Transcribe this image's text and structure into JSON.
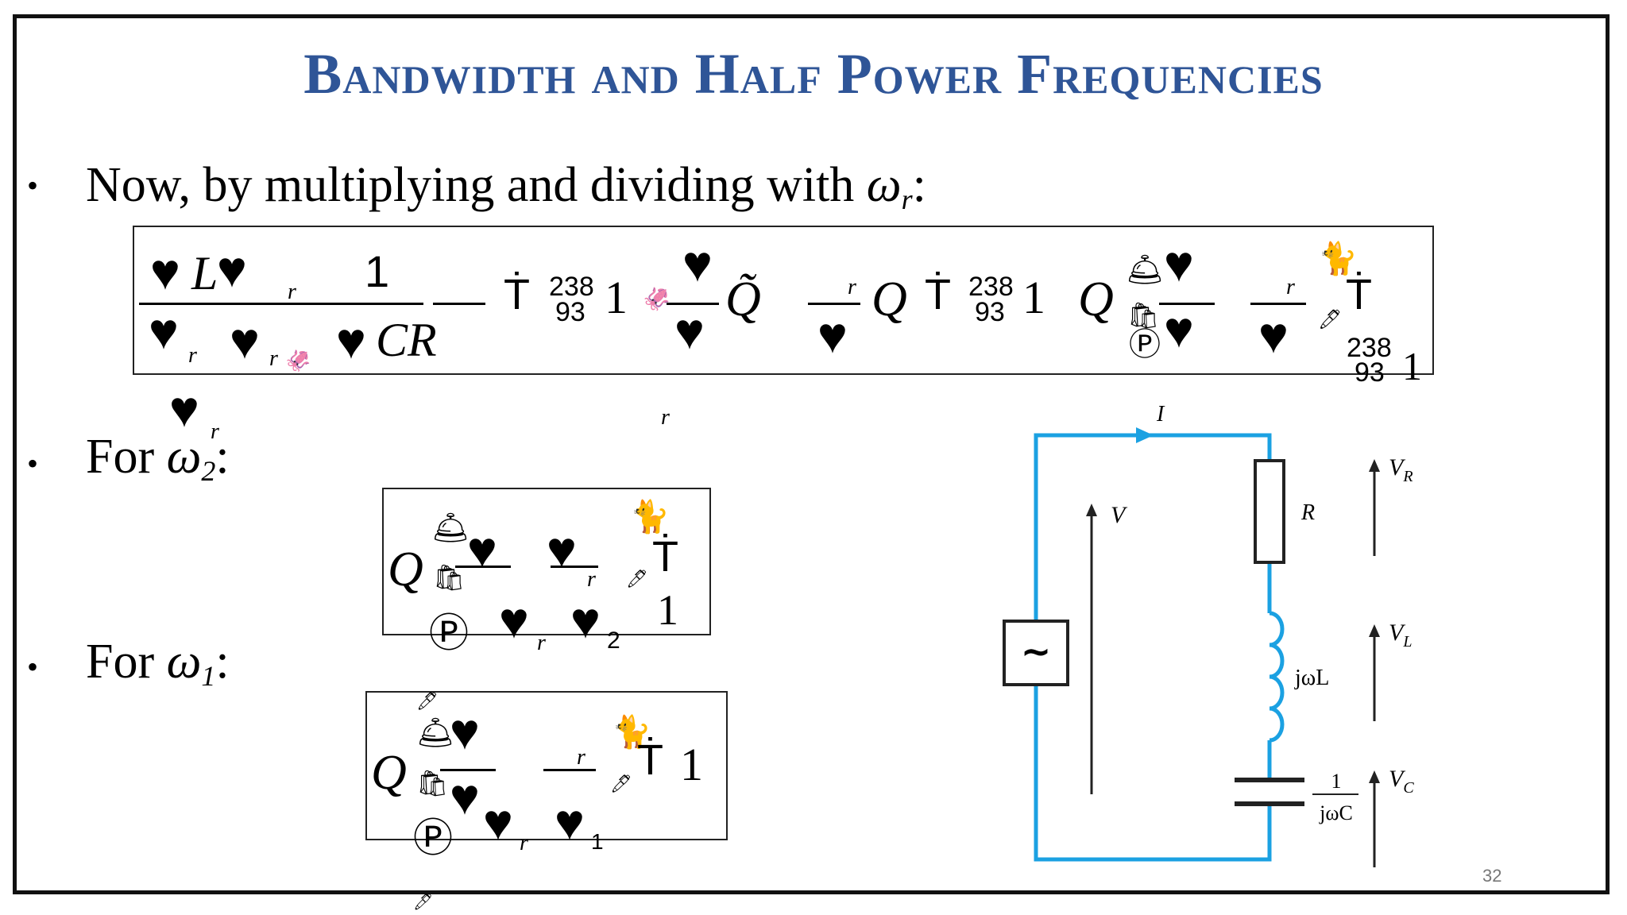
{
  "slide": {
    "title": "Bandwidth and Half Power Frequencies",
    "page_number": "32"
  },
  "bullets": [
    {
      "text": "Now, by multiplying and dividing with ",
      "var": "ω",
      "sub": "r",
      "suffix": ":"
    },
    {
      "text": "For ",
      "var": "ω",
      "sub": "2",
      "suffix": ":"
    },
    {
      "text": "For ",
      "var": "ω",
      "sub": "1",
      "suffix": ":"
    }
  ],
  "equation_main": {
    "symbols": {
      "L": "L",
      "r": "r",
      "one": "1",
      "CR": "CR",
      "Q": "Q",
      "Qtilde": "Q̃",
      "tbar": "Ṫ",
      "n238": "238",
      "n93": "93",
      "R": "R"
    }
  },
  "equation_w2": {
    "Q": "Q",
    "r": "r",
    "two": "2",
    "one": "1",
    "tbar": "Ṫ"
  },
  "equation_w1": {
    "Q": "Q",
    "r": "r",
    "one": "1",
    "tbar": "Ṫ"
  },
  "circuit": {
    "current": "I",
    "source_voltage": "V",
    "resistor": "R",
    "inductor": "jωL",
    "capacitor_num": "1",
    "capacitor_den": "jωC",
    "VR": "V",
    "VR_sub": "R",
    "VL": "V",
    "VL_sub": "L",
    "VC": "V",
    "VC_sub": "C",
    "wire_color": "#1ba1e2",
    "source_symbol": "~"
  },
  "colors": {
    "title": "#2f5597",
    "wire": "#1ba1e2"
  },
  "icons": [
    "heart-icon",
    "bell-icon",
    "cat-icon",
    "pen-icon",
    "parking-icon",
    "bag-icon",
    "squid-icon"
  ]
}
